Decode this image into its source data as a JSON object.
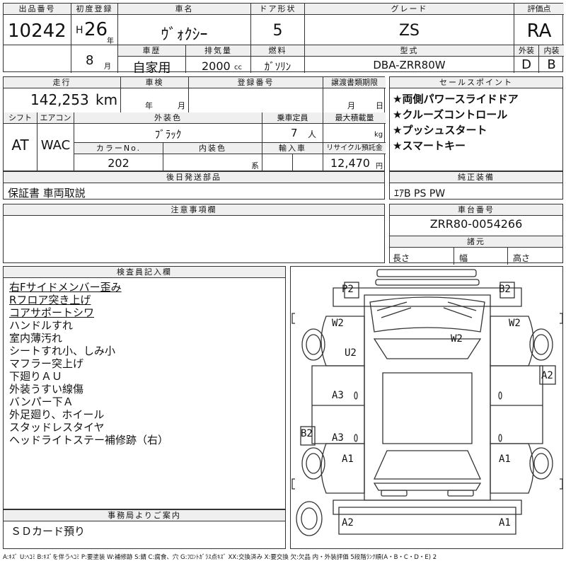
{
  "header": {
    "lot_label": "出品番号",
    "lot_value": "10242",
    "first_reg_label": "初度登録",
    "era": "H",
    "year": "26",
    "year_unit": "年",
    "month": "8",
    "month_unit": "月",
    "name_label": "車名",
    "name_value": "ｳﾞｫｸｼｰ",
    "door_label": "ドア形状",
    "door_value": "5",
    "grade_label": "グレード",
    "grade_value": "ZS",
    "score_label": "評価点",
    "score_value": "RA",
    "history_label": "車歴",
    "history_value": "自家用",
    "disp_label": "排気量",
    "disp_value": "2000",
    "disp_unit": "cc",
    "fuel_label": "燃料",
    "fuel_value": "ｶﾞｿﾘﾝ",
    "model_label": "型式",
    "model_value": "DBA-ZRR80W",
    "ext_label": "外装",
    "ext_value": "D",
    "int_label": "内装",
    "int_value": "B"
  },
  "row2": {
    "mileage_label": "走行",
    "mileage_value": "142,253",
    "mileage_unit": "km",
    "inspection_label": "車検",
    "insp_year": "年",
    "insp_month": "月",
    "reg_label": "登録番号",
    "transfer_label": "譲渡書類期限",
    "transfer_month": "月",
    "transfer_day": "日",
    "shift_label": "シフト",
    "shift_value": "AT",
    "ac_label": "エアコン",
    "ac_value": "WAC",
    "color_label": "外装色",
    "color_value": "ﾌﾞﾗｯｸ",
    "seats_label": "乗車定員",
    "seats_value": "7",
    "seats_unit": "人",
    "load_label": "最大積載量",
    "load_unit": "kg",
    "color_no_label": "カラーNo.",
    "color_no_value": "202",
    "int_color_label": "内装色",
    "int_color_unit": "系",
    "import_label": "輸入車",
    "recycle_label": "リサイクル預託金",
    "recycle_value": "12,470",
    "recycle_unit": "円",
    "sales_label": "セールスポイント",
    "sales_points": [
      "★両側パワースライドドア",
      "★クルーズコントロール",
      "★プッシュスタート",
      "★スマートキー"
    ]
  },
  "parts": {
    "label": "後日発送部品",
    "value": "保証書 車両取説",
    "equip_label": "純正装備",
    "equip_value": "ｴｱB PS PW"
  },
  "notes": {
    "label": "注意事項欄",
    "chassis_label": "車台番号",
    "chassis_value": "ZRR80-0054266",
    "dims_label": "諸元",
    "len_label": "長さ",
    "width_label": "幅",
    "height_label": "高さ"
  },
  "inspector": {
    "label": "検査員記入欄",
    "lines": [
      "右Fサイドメンバー歪み",
      "Rフロア突き上げ",
      "コアサポートシワ",
      "ハンドルすれ",
      "室内薄汚れ",
      "シートすれ小、しみ小",
      "マフラー突上げ",
      "下廻りＡＵ",
      "外装うすい線傷",
      "バンパー下Ａ",
      "外足廻り、ホイール",
      "スタッドレスタイヤ",
      "ヘッドライトステー補修跡（右）"
    ]
  },
  "office": {
    "label": "事務局よりご案内",
    "value": "ＳＤカード預り"
  },
  "diagram_marks": [
    "P2",
    "B2",
    "W2",
    "W2",
    "W2",
    "U2",
    "A2",
    "A3",
    "A3",
    "B2",
    "A1",
    "A1",
    "A2",
    "A1"
  ],
  "legend": "A:ｷｽﾞ U:ﾍｺﾐ B:ｷｽﾞを伴うﾍｺﾐ P:要塗装 W:補修跡 S:錆 C:腐食、穴 G:ﾌﾛﾝﾄｶﾞﾗｽ点ｷｽﾞ XX:交換済み X:要交換 欠:欠品 内・外装評価 5段階ﾗﾝｸ順(A・B・C・D・E) 2"
}
